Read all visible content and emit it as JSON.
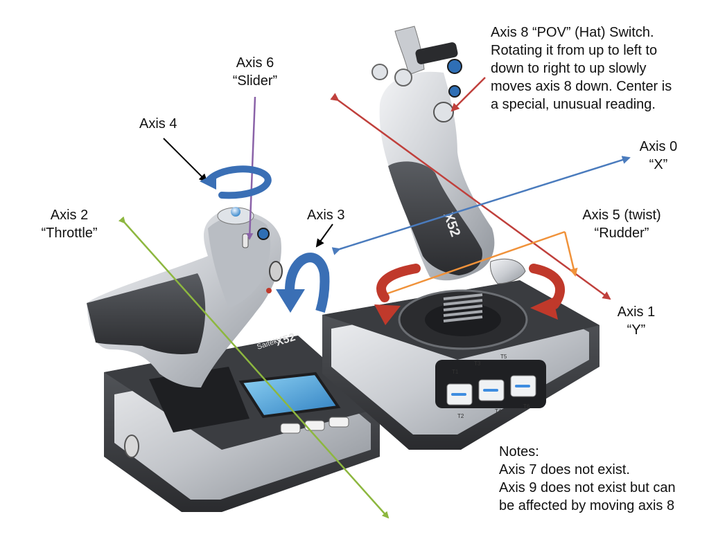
{
  "labels": {
    "axis8": {
      "lines": [
        "Axis 8 “POV” (Hat) Switch.",
        "Rotating it from up to left to",
        "down to right to up slowly",
        "moves axis 8 down. Center is",
        "a special, unusual reading."
      ]
    },
    "axis6": {
      "name": "Axis 6",
      "alias": "“Slider”"
    },
    "axis4": {
      "name": "Axis 4"
    },
    "axis0": {
      "name": "Axis 0",
      "alias": "“X”"
    },
    "axis2": {
      "name": "Axis 2",
      "alias": "“Throttle”"
    },
    "axis3": {
      "name": "Axis 3"
    },
    "axis5": {
      "name": "Axis 5 (twist)",
      "alias": "“Rudder”"
    },
    "axis1": {
      "name": "Axis 1",
      "alias": "“Y”"
    }
  },
  "notes": {
    "title": "Notes:",
    "lines": [
      "Axis 7 does not exist.",
      "Axis 9 does not exist but can",
      "be affected by moving axis 8"
    ]
  },
  "device_text": {
    "brand": "Saitek",
    "model": "X52",
    "buttons": [
      "T1",
      "T3",
      "T5",
      "T2",
      "T4",
      "T6"
    ]
  },
  "colors": {
    "green_arrow": "#8db73f",
    "purple_arrow": "#8a62a8",
    "blue_arrow": "#4a7bbd",
    "red_arrow": "#c0403c",
    "orange_arrow": "#f0923a",
    "rotate_blue": "#3a6fb5",
    "rotate_red": "#c0392b",
    "black_arrow": "#000000"
  },
  "icons": [
    "throttle-unit",
    "joystick-unit",
    "hat-switch",
    "lcd-display"
  ]
}
